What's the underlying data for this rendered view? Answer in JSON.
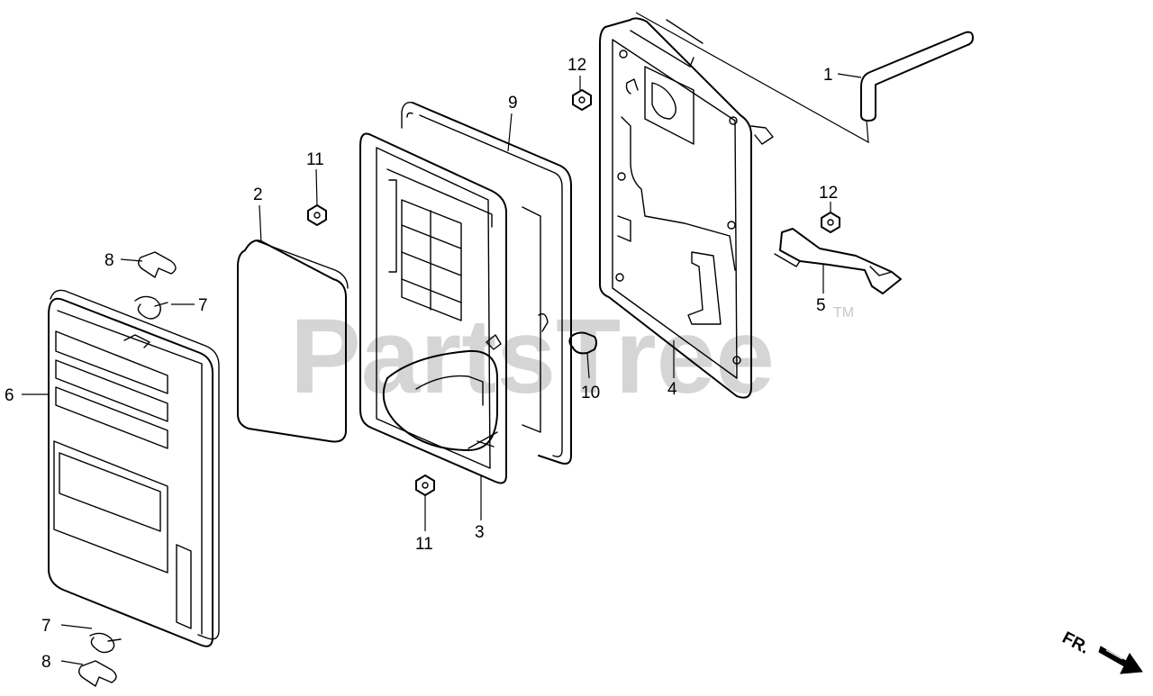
{
  "watermark": {
    "text": "PartsTree",
    "tm": "TM"
  },
  "direction_marker": {
    "label": "FR."
  },
  "callouts": {
    "c1": "1",
    "c2": "2",
    "c3": "3",
    "c4": "4",
    "c5": "5",
    "c6": "6",
    "c7a": "7",
    "c7b": "7",
    "c8a": "8",
    "c8b": "8",
    "c9": "9",
    "c10": "10",
    "c11a": "11",
    "c11b": "11",
    "c12a": "12",
    "c12b": "12"
  }
}
